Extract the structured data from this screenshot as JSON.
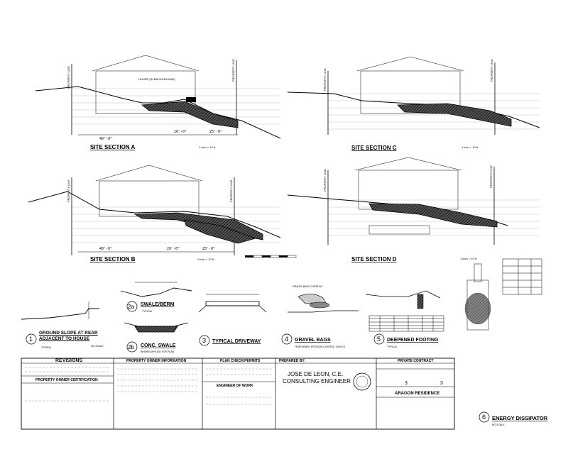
{
  "site_sections": {
    "a": {
      "title": "SITE SECTION A",
      "scale": "1 inch = 10 ft."
    },
    "b": {
      "title": "SITE SECTION B",
      "scale": "1 inch = 10 ft."
    },
    "c": {
      "title": "SITE SECTION C",
      "scale": "1 inch = 10 ft."
    },
    "d": {
      "title": "SITE SECTION D",
      "scale": "1 inch = 10 ft."
    },
    "property_line": "PROPERTY LINE",
    "house_label": "HOUSE (IN BACKGROUND)",
    "dimensions": {
      "a": [
        "40'-0\"",
        "20'-0\"",
        "25'-0\""
      ],
      "b": [
        "40'-0\"",
        "20'-0\"",
        "25'-0\""
      ]
    }
  },
  "details": {
    "d1": {
      "number": "1",
      "title": "GROUND SLOPE AT REAR ADJACENT TO HOUSE",
      "sub": "TYPICAL",
      "scale": "NO SCALE"
    },
    "d2a": {
      "number": "2a",
      "title": "SWALE/BERM",
      "sub": "TYPICAL"
    },
    "d2b": {
      "number": "2b",
      "title": "CONC. SWALE",
      "sub": "WHERE APPLIED FOR PLAN"
    },
    "d3": {
      "number": "3",
      "title": "TYPICAL DRIVEWAY"
    },
    "d4": {
      "number": "4",
      "title": "GRAVEL BAGS",
      "sub": "TEMPORARY EROSION CONTROL DEVICE",
      "note": "GRAVEL BAGS OVERLAP"
    },
    "d5": {
      "number": "5",
      "title": "DEEPENED FOOTING",
      "sub": "TYPICAL"
    },
    "d6": {
      "number": "6",
      "title": "ENERGY DISSIPATOR",
      "scale": "NO SCALE"
    }
  },
  "title_block": {
    "revisions": "REVISIONS",
    "owner_info": "PROPERTY OWNER INFORMATION",
    "plan_check": "PLAN CHECK/PERMITS",
    "engineer_of_work": "ENGINEER OF WORK",
    "prepared_by": "PREPARED BY:",
    "private_contract": "PRIVATE CONTRACT",
    "owner_cert": "PROPERTY OWNER CERTIFICATION",
    "engineer_name": "JOSE DE LEON, C.E.",
    "engineer_title": "CONSULTING ENGINEER",
    "project_name": "ARAGON RESIDENCE",
    "sheet_no": "3",
    "sheet_total": "3"
  },
  "colors": {
    "line": "#000000",
    "hatch": "#000000",
    "background": "#ffffff"
  }
}
